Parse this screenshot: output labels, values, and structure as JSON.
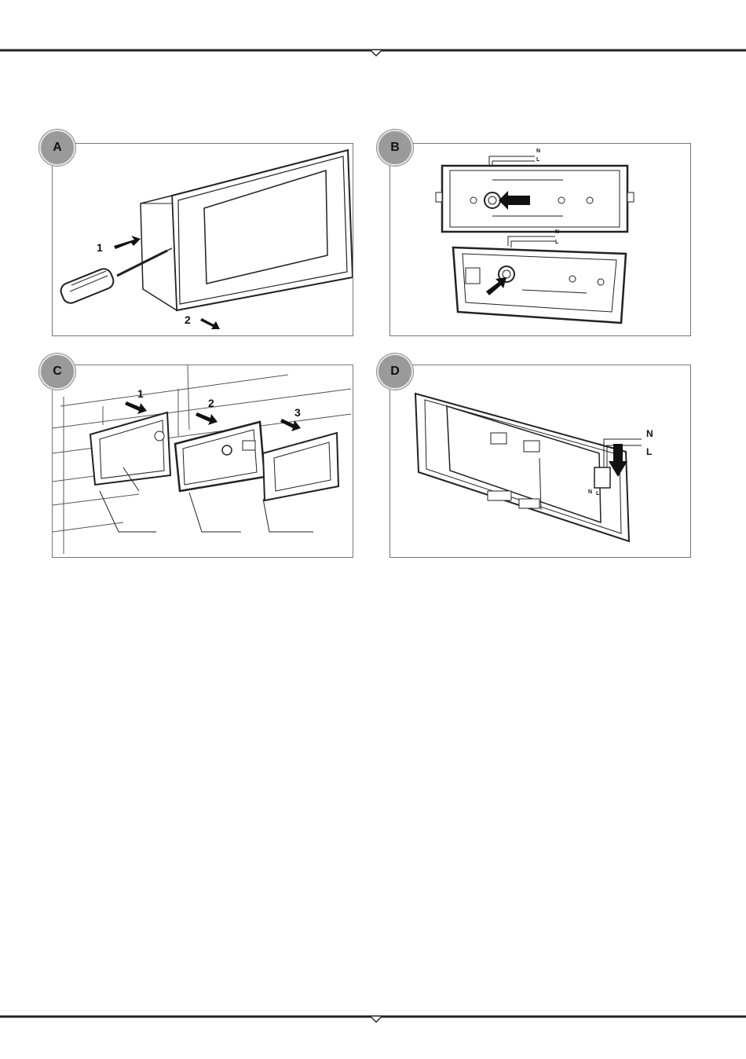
{
  "panels": [
    {
      "letter": "A",
      "steps": [
        "1",
        "2"
      ]
    },
    {
      "letter": "B",
      "wire_labels": [
        "N",
        "L",
        "N",
        "L"
      ]
    },
    {
      "letter": "C",
      "steps": [
        "1",
        "2",
        "3"
      ]
    },
    {
      "letter": "D",
      "wire_labels": [
        "N",
        "L"
      ],
      "terminal_labels": [
        "N",
        "L"
      ]
    }
  ]
}
